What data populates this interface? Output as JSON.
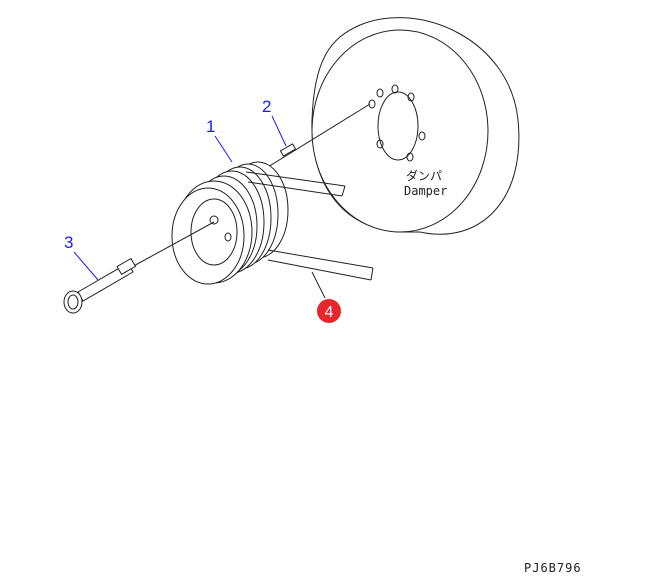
{
  "callouts": {
    "c1": "1",
    "c2": "2",
    "c3": "3",
    "c4": "4"
  },
  "damper": {
    "label_jp": "ダンパ",
    "label_en": "Damper"
  },
  "drawing_code": "PJ6B796",
  "colors": {
    "callout": "#1a1aff",
    "highlight": "#e5262b",
    "line": "#222222"
  }
}
